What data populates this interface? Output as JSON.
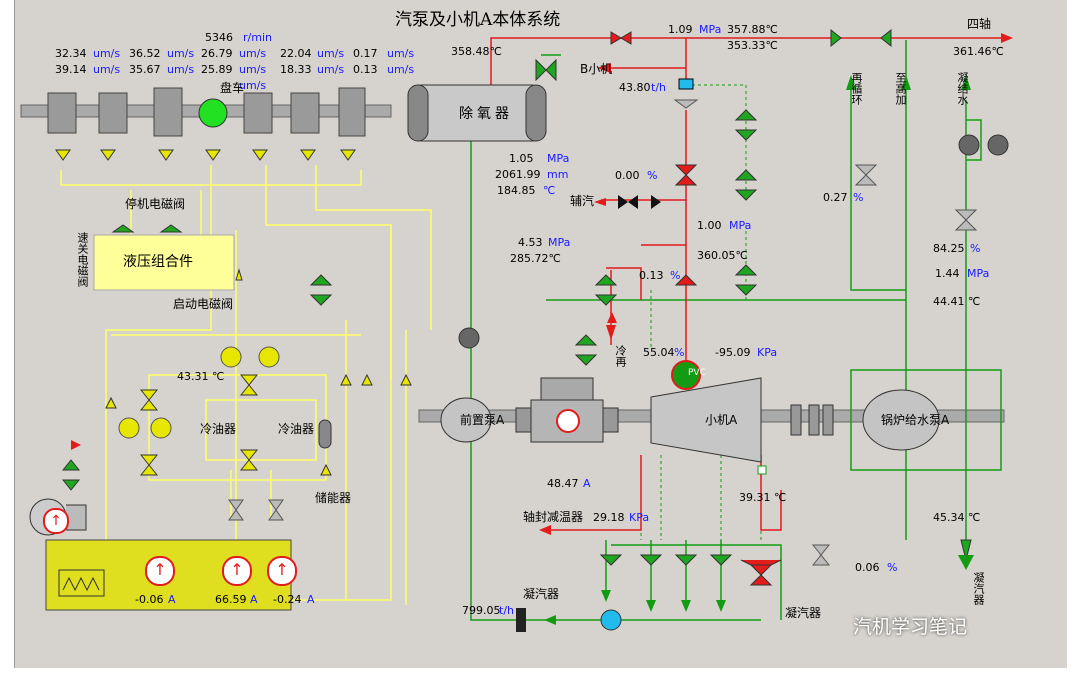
{
  "title": "汽泵及小机A本体系统",
  "watermark": "汽机学习笔记",
  "units": {
    "ums": "um/s",
    "mpa": "MPa",
    "mm": "mm",
    "degc": "℃",
    "th": "t/h",
    "pct": "%",
    "kpa": "KPa",
    "amp": "A"
  },
  "vib": {
    "r1": [
      "32.34",
      "36.52",
      "26.79",
      "22.04",
      "0.17"
    ],
    "r2": [
      "39.14",
      "35.67",
      "25.89",
      "18.33",
      "0.13"
    ],
    "r3": ""
  },
  "speed": {
    "value": "5346",
    "unit": "r/min"
  },
  "deaerator": {
    "top_temp": "358.48℃",
    "pressure": "1.05",
    "level": "2061.99",
    "temp": "184.85"
  },
  "steam": {
    "pressure": "1.09",
    "temp1": "357.88℃",
    "temp2": "353.33℃",
    "flow": "43.80",
    "four_temp": "361.46℃"
  },
  "aux": {
    "pos": "0.00",
    "pressure": "1.00"
  },
  "mid": {
    "pressure": "4.53",
    "temp": "285.72℃",
    "temp2": "360.05℃",
    "pos": "0.13",
    "pos2": "55.04"
  },
  "turbine": {
    "exhaust_pressure": "-95.09",
    "current": "48.47",
    "exhaust_temp": "39.31 ℃",
    "seal_pressure": "29.18",
    "cond_flow": "799.05"
  },
  "feed": {
    "recirc_pos": "0.27",
    "pos": "84.25",
    "pressure": "1.44",
    "temp": "44.41 ℃",
    "out_temp": "45.34 ℃",
    "pump_pos": "0.06"
  },
  "oil": {
    "temp": "43.31 ℃",
    "p1": "-0.06",
    "p2": "66.59",
    "p3": "-0.24"
  },
  "icons": {
    "pump_glyph": "↑"
  },
  "labels": {
    "turning_gear": "盘车",
    "deaerator": "除氧器",
    "b_turbine": "B小机",
    "four_ext": "四轴",
    "aux_steam": "辅汽",
    "cold_reheat": "冷再",
    "recirc": "再循环",
    "to_hp": "至高加",
    "condensate": "凝结水",
    "bfp": "锅炉给水泵A",
    "condenser": "凝汽器",
    "small_turbine": "小机A",
    "booster": "前置泵A",
    "seal_desup": "轴封减温器",
    "stop_sol": "停机电磁阀",
    "hydraulic": "液压组合件",
    "fast_close": "速关电磁阀",
    "start_sol": "启动电磁阀",
    "cooler": "冷油器",
    "accumulator": "储能器",
    "pvc": "PVC"
  }
}
